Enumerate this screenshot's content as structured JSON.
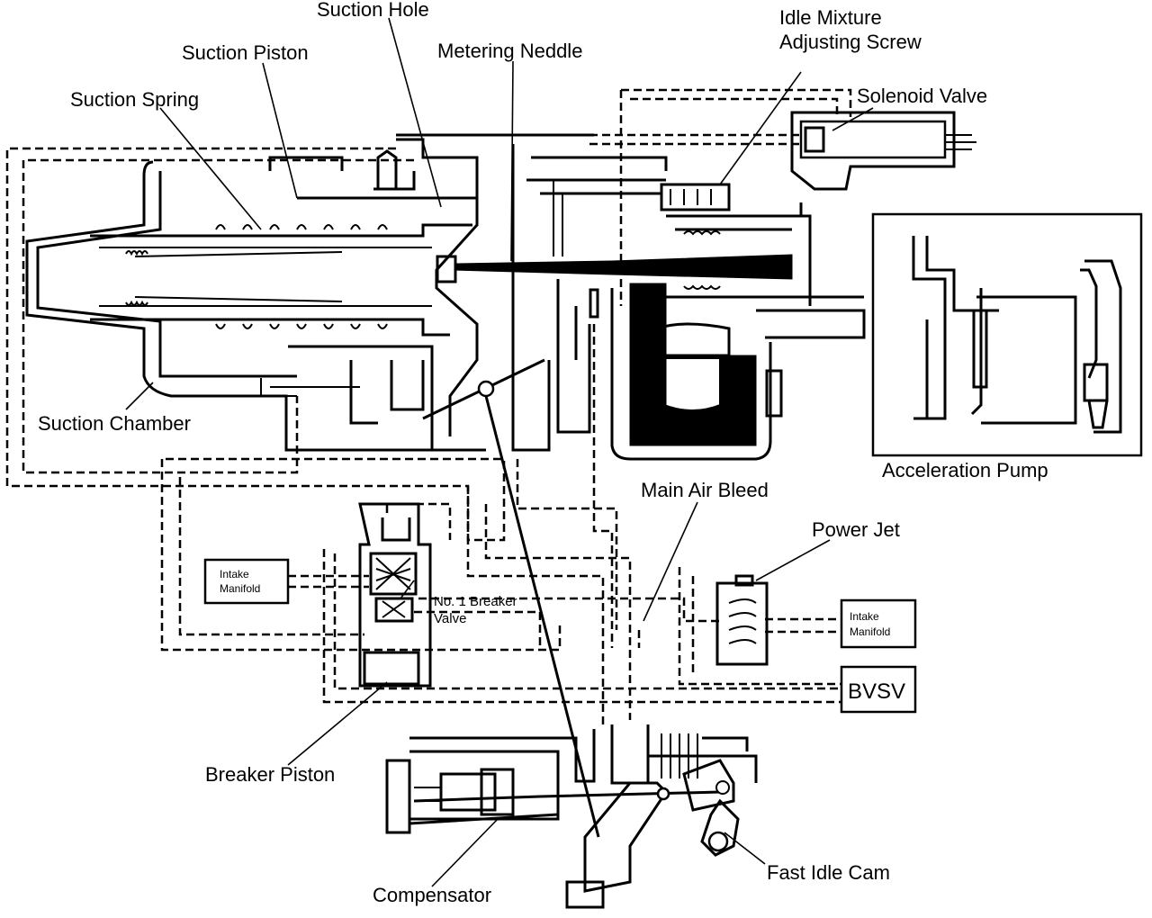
{
  "labels": {
    "suction_hole": "Suction Hole",
    "suction_piston": "Suction Piston",
    "metering_needle": "Metering Neddle",
    "suction_spring": "Suction Spring",
    "idle_mixture_line1": "Idle Mixture",
    "idle_mixture_line2": "Adjusting Screw",
    "solenoid_valve": "Solenoid Valve",
    "suction_chamber": "Suction Chamber",
    "acceleration_pump": "Acceleration Pump",
    "main_air_bleed": "Main Air Bleed",
    "power_jet": "Power Jet",
    "intake_manifold_left_line1": "Intake",
    "intake_manifold_left_line2": "Manifold",
    "breaker_valve_line1": "No. 1 Breaker",
    "breaker_valve_line2": "Valve",
    "intake_manifold_right_line1": "Intake",
    "intake_manifold_right_line2": "Manifold",
    "bvsv": "BVSV",
    "breaker_piston": "Breaker Piston",
    "fast_idle_cam": "Fast Idle Cam",
    "compensator": "Compensator"
  }
}
